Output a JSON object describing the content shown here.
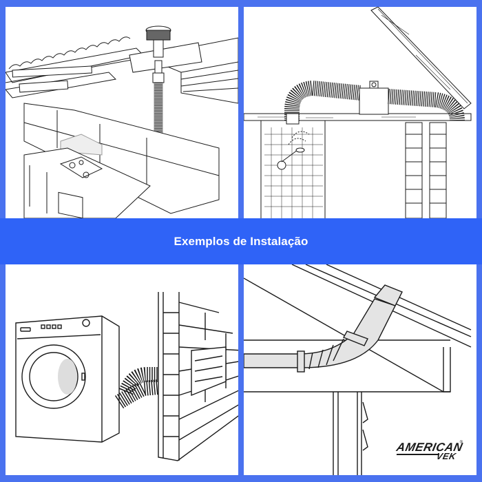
{
  "banner": {
    "title": "Exemplos de Instalação"
  },
  "panels": [
    {
      "id": "kitchen",
      "scene": "Kitchen range hood flexible duct to roof vent"
    },
    {
      "id": "bathroom",
      "scene": "Bathroom shower inline fan with flexible duct under roof"
    },
    {
      "id": "laundry",
      "scene": "Clothes dryer flexible duct to wall vent"
    },
    {
      "id": "attic",
      "scene": "Ceiling duct elbow to roof exhaust"
    }
  ],
  "brand": {
    "logo_top": "AMERICAN",
    "logo_bottom": "VEK",
    "registered": "®"
  },
  "colors": {
    "background": "#4a72ef",
    "banner": "#2f63f7",
    "panel": "#ffffff",
    "line": "#1a1a1a",
    "duct_fill": "#e4e4e4"
  }
}
